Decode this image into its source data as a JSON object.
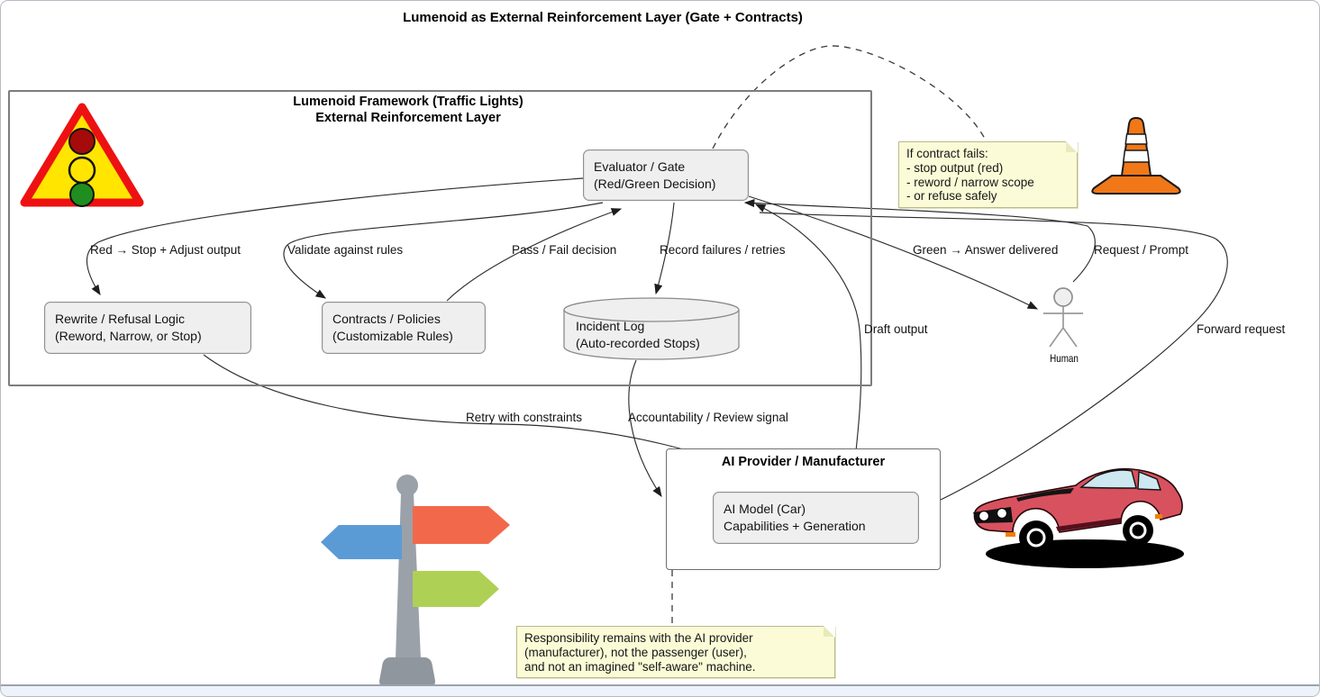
{
  "title": "Lumenoid as External Reinforcement Layer (Gate + Contracts)",
  "framework": {
    "title_line1": "Lumenoid Framework (Traffic Lights)",
    "title_line2": "External Reinforcement Layer"
  },
  "nodes": {
    "evaluator": {
      "line1": "Evaluator / Gate",
      "line2": "(Red/Green Decision)"
    },
    "rewrite": {
      "line1": "Rewrite / Refusal Logic",
      "line2": "(Reword, Narrow, or Stop)"
    },
    "contracts": {
      "line1": "Contracts / Policies",
      "line2": "(Customizable Rules)"
    },
    "incident_log": {
      "line1": "Incident Log",
      "line2": "(Auto-recorded Stops)"
    },
    "ai_provider": {
      "title": "AI Provider / Manufacturer"
    },
    "ai_model": {
      "line1": "AI Model (Car)",
      "line2": "Capabilities + Generation"
    },
    "human": {
      "label": "Human"
    }
  },
  "edges": {
    "red_stop": "Red → Stop + Adjust output",
    "validate": "Validate against rules",
    "pass_fail": "Pass / Fail decision",
    "record_failures": "Record failures / retries",
    "green_answer": "Green → Answer delivered",
    "request_prompt": "Request / Prompt",
    "draft_output": "Draft output",
    "forward_request": "Forward request",
    "retry_constraints": "Retry with constraints",
    "accountability": "Accountability / Review signal"
  },
  "notes": {
    "contract_fails": {
      "line1": "If contract fails:",
      "line2": "- stop output (red)",
      "line3": "- reword / narrow scope",
      "line4": "- or refuse safely"
    },
    "responsibility": {
      "line1": "Responsibility remains with the AI provider",
      "line2": "(manufacturer), not the passenger (user),",
      "line3": "and not an imagined \"self-aware\" machine."
    }
  },
  "colors": {
    "note_fill": "#fbfbd7",
    "note_border": "#b9b98c",
    "box_fill": "#efefef",
    "box_border": "#909090",
    "sign_yellow": "#ffe500",
    "sign_red": "#ee1111",
    "light_red": "#a50b0b",
    "light_green": "#1f8e1f",
    "cone_orange": "#f07818",
    "signpost_gray": "#9aa1a9",
    "signpost_blue": "#5b9bd5",
    "signpost_orange": "#f2684a",
    "signpost_green": "#aed155",
    "car_red": "#d8515e",
    "glass_blue": "#cde8f0"
  }
}
